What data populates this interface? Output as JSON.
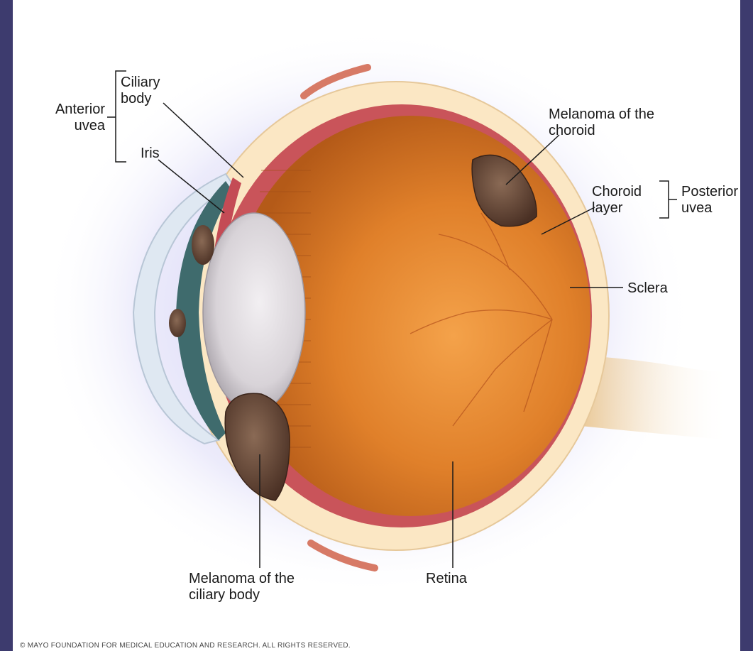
{
  "labels": {
    "anterior_uvea": "Anterior\nuvea",
    "ciliary_body": "Ciliary\nbody",
    "iris": "Iris",
    "melanoma_choroid": "Melanoma of the\nchoroid",
    "choroid_layer": "Choroid\nlayer",
    "posterior_uvea": "Posterior\nuvea",
    "sclera": "Sclera",
    "melanoma_ciliary": "Melanoma of the\nciliary body",
    "retina": "Retina"
  },
  "copyright": "© MAYO FOUNDATION FOR MEDICAL EDUCATION AND RESEARCH. ALL RIGHTS RESERVED.",
  "colors": {
    "frame": "#3d3b6e",
    "sclera": "#fbe7c4",
    "choroid": "#c9545a",
    "interior": "#e58a2c",
    "tumor": "#6a4a3a",
    "lens": "#d9d6db",
    "iris": "#3f6b6d",
    "cornea": "#dfe8f2"
  }
}
